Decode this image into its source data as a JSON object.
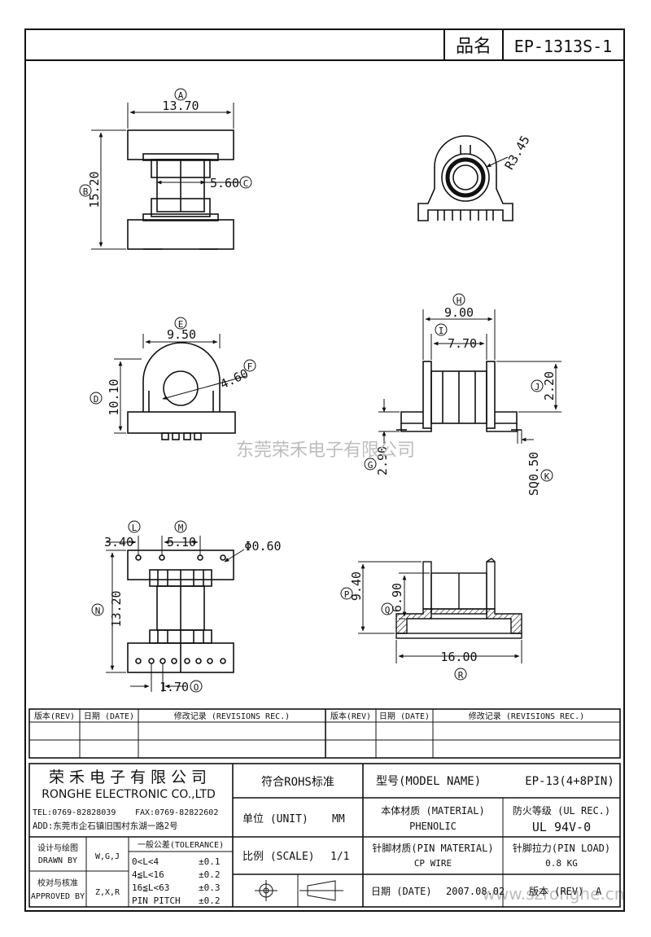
{
  "header": {
    "label": "品名",
    "part_no": "EP-1313S-1"
  },
  "watermark": {
    "text": "东莞荣禾电子有限公司",
    "url": "www.szronghe.cn"
  },
  "drawing": {
    "callouts": {
      "A": "A",
      "B": "B",
      "C": "C",
      "D": "D",
      "E": "E",
      "F": "F",
      "G": "G",
      "H": "H",
      "I": "I",
      "J": "J",
      "K": "K",
      "L": "L",
      "M": "M",
      "N": "N",
      "O": "O",
      "P": "P",
      "Q": "Q",
      "R": "R"
    },
    "dims": {
      "A": "13.70",
      "B": "15.20",
      "C": "5.60",
      "radius": "R3.45",
      "D": "10.10",
      "E": "9.50",
      "F": "4.60",
      "H": "9.00",
      "I": "7.70",
      "J": "2.20",
      "G": "2.90",
      "K": "SQ0.50",
      "L": "3.40",
      "M": "5.10",
      "pin_dia": "Φ0.60",
      "N": "13.20",
      "O": "1.70",
      "P": "9.40",
      "Q": "6.90",
      "R": "16.00"
    }
  },
  "revisions": {
    "headers": [
      "版本(REV)",
      "日期 (DATE)",
      "修改记录 (REVISIONS REC.)",
      "版本(REV)",
      "日期 (DATE)",
      "修改记录 (REVISIONS REC.)"
    ]
  },
  "title_block": {
    "company_cn": "荣禾电子有限公司",
    "company_en": "RONGHE ELECTRONIC CO.,LTD",
    "tel": "TEL:0769-82828039",
    "fax": "FAX:0769-82822602",
    "address": "ADD:东莞市企石镇旧围村东湖一路2号",
    "designer_label_cn": "设计与绘图",
    "designer_label_en": "DRAWN BY",
    "designer": "W,G,J",
    "approver_label_cn": "校对与核准",
    "approver_label_en": "APPROVED BY",
    "approver": "Z,X,R",
    "tolerance_title": "一般公差(TOLERANCE)",
    "tolerance_rows": [
      {
        "range": "0<L<4",
        "tol": "±0.1"
      },
      {
        "range": "4≦L<16",
        "tol": "±0.2"
      },
      {
        "range": "16≦L<63",
        "tol": "±0.3"
      },
      {
        "range": "PIN PITCH",
        "tol": "±0.2"
      }
    ],
    "rohs": "符合ROHS标准",
    "unit_label": "单位 (UNIT)",
    "unit": "MM",
    "scale_label": "比例 (SCALE)",
    "scale": "1/1",
    "model_label": "型号(MODEL NAME)",
    "model": "EP-13(4+8PIN)",
    "material_label": "本体材质 (MATERIAL)",
    "material": "PHENOLIC",
    "ul_label": "防火等级 (UL REC.)",
    "ul": "UL 94V-0",
    "pin_material_label": "针脚材质(PIN MATERIAL)",
    "pin_material": "CP WIRE",
    "pin_load_label": "针脚拉力(PIN LOAD)",
    "pin_load": "0.8 KG",
    "date_label": "日期 (DATE)",
    "date": "2007.08.02",
    "rev_label": "版本 (REV)",
    "rev": "A"
  }
}
